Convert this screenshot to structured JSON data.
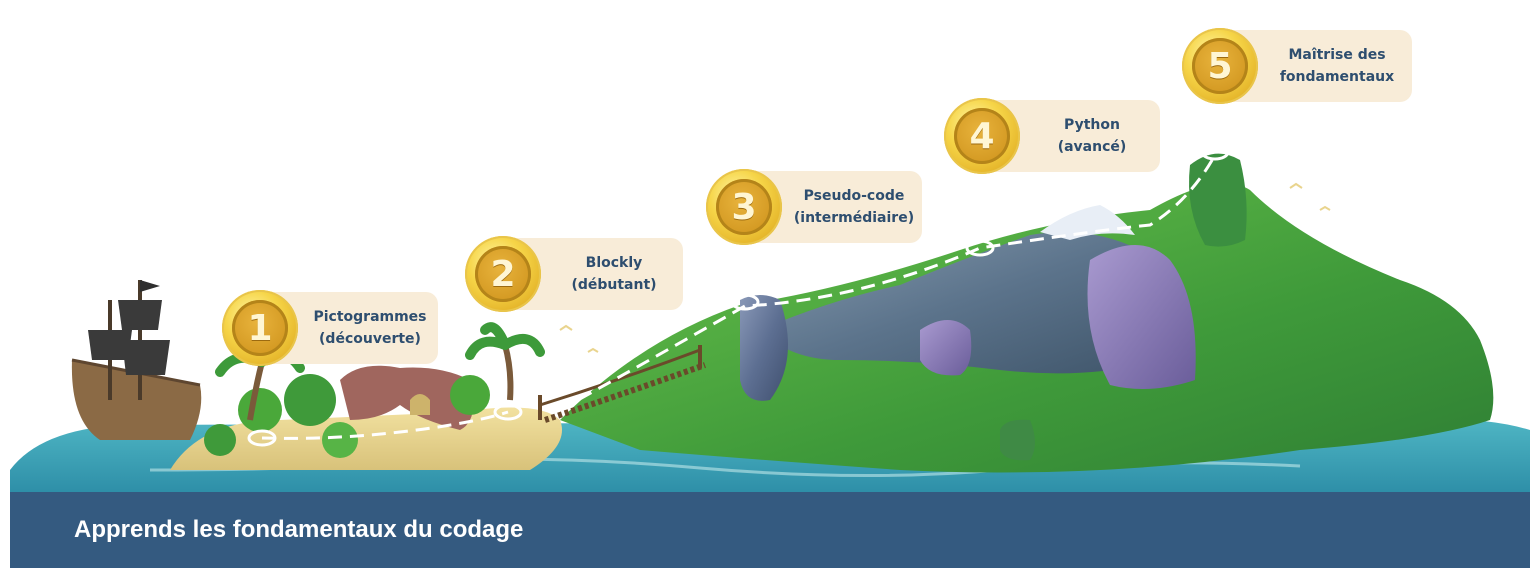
{
  "title": "Apprends les fondamentaux du codage",
  "levels": [
    {
      "number": "1",
      "label": "Pictogrammes\n(découverte)"
    },
    {
      "number": "2",
      "label": "Blockly\n(débutant)"
    },
    {
      "number": "3",
      "label": "Pseudo-code\n(intermédiaire)"
    },
    {
      "number": "4",
      "label": "Python\n(avancé)"
    },
    {
      "number": "5",
      "label": "Maîtrise des\nfondamentaux"
    }
  ],
  "colors": {
    "band": "#345a80",
    "pill": "#f8ecd8",
    "label_text": "#2e4e6f",
    "coin": "#e5b52a",
    "sea": "#3da6b8",
    "island_grass": "#4aa83a",
    "sand": "#e9d48e",
    "mountain": "#5d6f92"
  },
  "icons": [
    "pirate-ship-icon",
    "palm-tree-icon",
    "rope-bridge-icon",
    "mountain-icon",
    "level-marker-icon",
    "bird-icon"
  ]
}
